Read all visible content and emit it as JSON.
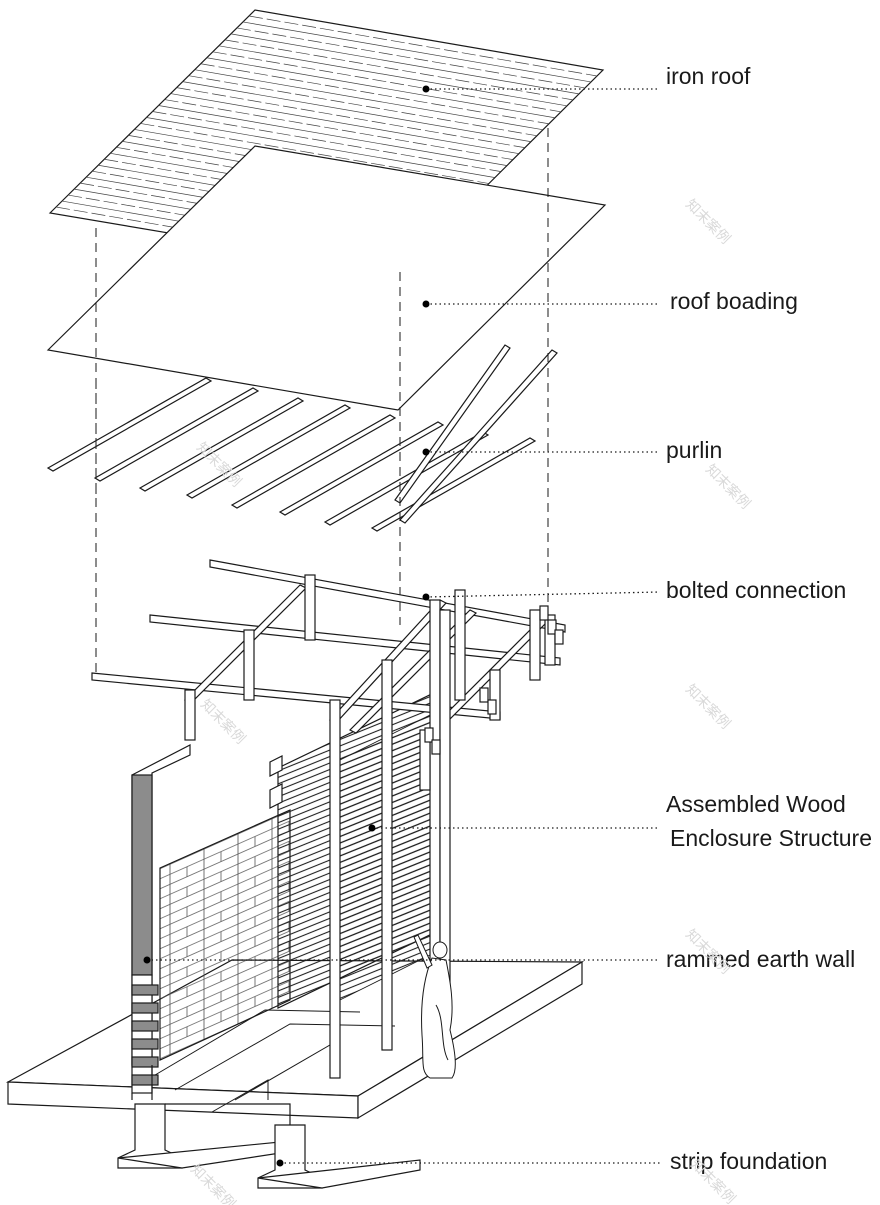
{
  "labels": {
    "iron_roof": "iron roof",
    "roof_boarding": "roof boading",
    "purlin": "purlin",
    "bolted_connection": "bolted connection",
    "wood_enclosure_line1": "Assembled Wood",
    "wood_enclosure_line2": "Enclosure Structure",
    "rammed_earth_wall": "rammed earth wall",
    "strip_foundation": "strip foundation"
  },
  "watermark": "知末案例",
  "colors": {
    "line": "#1a1a1a",
    "wall_fill": "#8c8c8c",
    "background": "#ffffff"
  }
}
